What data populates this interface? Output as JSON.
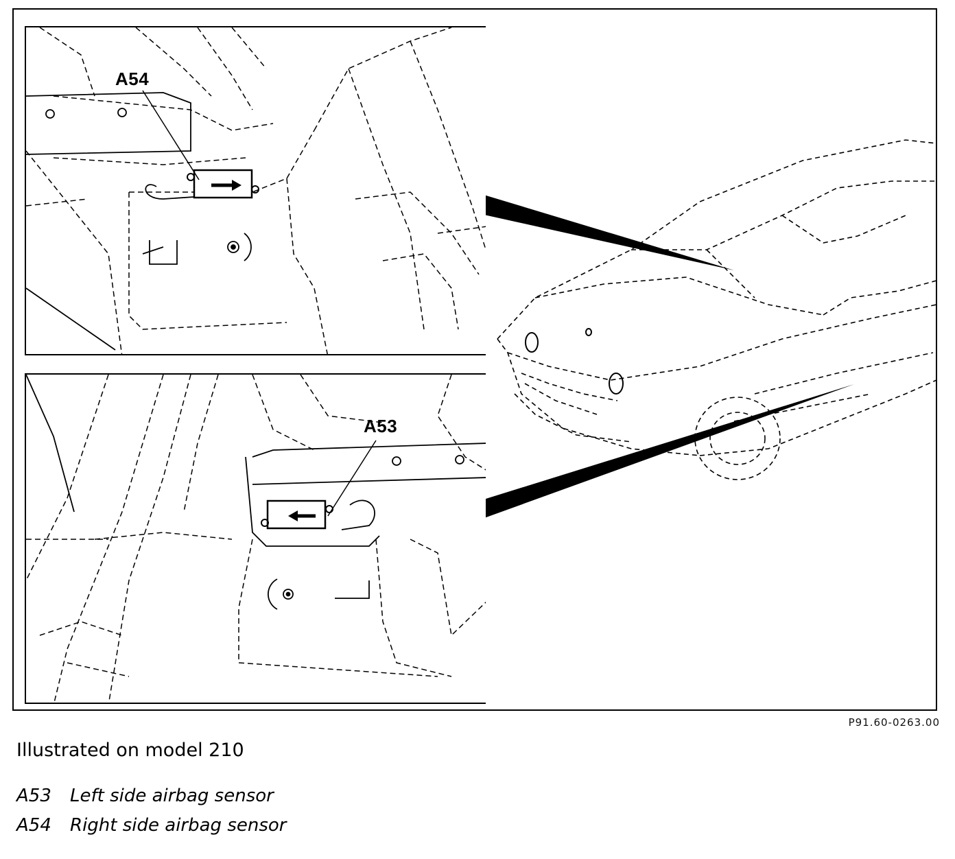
{
  "figure": {
    "callout_top": "A54",
    "callout_bottom": "A53",
    "reference_code": "P91.60-0263.00"
  },
  "caption": {
    "note": "Illustrated on model 210",
    "legend": [
      {
        "code": "A53",
        "label": "Left side airbag sensor"
      },
      {
        "code": "A54",
        "label": "Right side airbag sensor"
      }
    ]
  }
}
